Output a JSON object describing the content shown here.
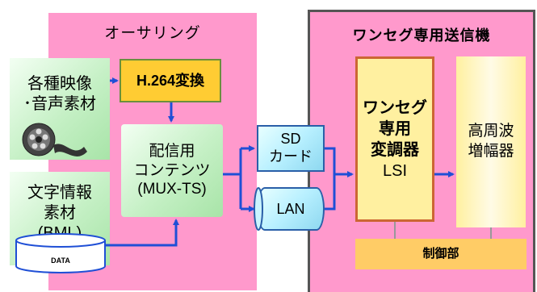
{
  "panels": {
    "authoring_title": "オーサリング",
    "transmitter_title": "ワンセグ専用送信機"
  },
  "boxes": {
    "video_audio": [
      "各種映像",
      "･音声素材"
    ],
    "h264": "H.264変換",
    "content": [
      "配信用",
      "コンテンツ",
      "(MUX-TS)"
    ],
    "text_info": [
      "文字情報",
      "素材",
      "(BML)"
    ],
    "data_label": "DATA",
    "sd": [
      "SD",
      "カード"
    ],
    "lan": "LAN",
    "lsi": [
      "ワンセグ",
      "専用",
      "変調器",
      "LSI"
    ],
    "amplifier": [
      "高周波",
      "増幅器"
    ],
    "control": "制御部"
  },
  "colors": {
    "panel": "#ff99cc",
    "arrow": "#1f4fd6",
    "h264_fill": "#ffcc33",
    "lsi_border": "#cc6633"
  },
  "icons": [
    "film-reel-icon",
    "database-cylinder-icon"
  ]
}
